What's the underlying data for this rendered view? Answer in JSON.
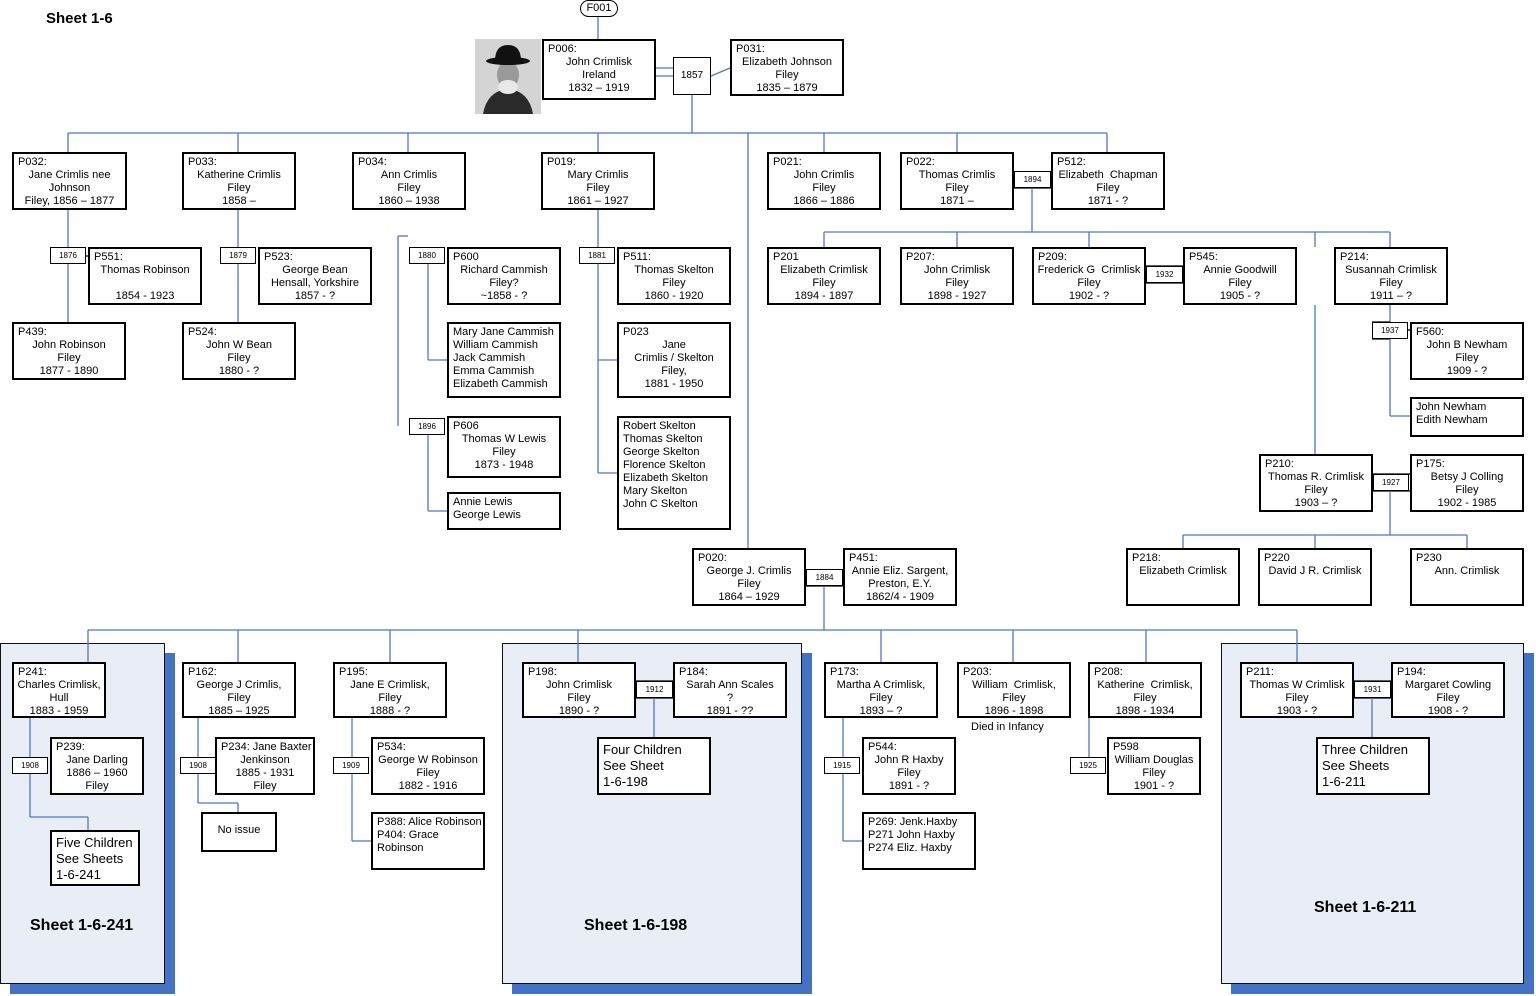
{
  "title": "Sheet 1-6",
  "root_code": "F001",
  "sheets": [
    {
      "label": "Sheet 1-6-241"
    },
    {
      "label": "Sheet 1-6-198"
    },
    {
      "label": "Sheet 1-6-211"
    }
  ],
  "marriage_years": {
    "m1857": "1857",
    "m1894": "1894",
    "m1876": "1876",
    "m1879": "1879",
    "m1880": "1880",
    "m1896": "1896",
    "m1881": "1881",
    "m1932": "1932",
    "m1937": "1937",
    "m1927": "1927",
    "m1884": "1884",
    "m1908a": "1908",
    "m1908b": "1908",
    "m1909": "1909",
    "m1912": "1912",
    "m1915": "1915",
    "m1925": "1925",
    "m1931": "1931"
  },
  "notes": {
    "died_infancy": "Died in Infancy"
  },
  "people": {
    "p006": {
      "code": "P006:",
      "lines": [
        "John Crimlisk",
        "Ireland",
        "1832 – 1919"
      ]
    },
    "p031": {
      "code": "P031:",
      "lines": [
        "Elizabeth Johnson",
        "Filey",
        "1835 – 1879"
      ]
    },
    "p032": {
      "code": "P032:",
      "lines": [
        "Jane Crimlis nee",
        "Johnson",
        "Filey, 1856 – 1877"
      ]
    },
    "p033": {
      "code": "P033:",
      "lines": [
        "Katherine Crimlis",
        "Filey",
        "1858 –"
      ]
    },
    "p034": {
      "code": "P034:",
      "lines": [
        "Ann Crimlis",
        "Filey",
        "1860 – 1938"
      ]
    },
    "p019": {
      "code": "P019:",
      "lines": [
        "Mary Crimlis",
        "Filey",
        "1861 – 1927"
      ]
    },
    "p021": {
      "code": "P021:",
      "lines": [
        "John Crimlis",
        "Filey",
        "1866 – 1886"
      ]
    },
    "p022": {
      "code": "P022:",
      "lines": [
        "Thomas Crimlis",
        "Filey",
        "1871 –"
      ]
    },
    "p512": {
      "code": "P512:",
      "lines": [
        "Elizabeth  Chapman",
        "Filey",
        "1871 - ?"
      ]
    },
    "p551": {
      "code": "P551:",
      "lines": [
        "Thomas Robinson",
        "",
        "1854 - 1923"
      ]
    },
    "p523": {
      "code": "P523:",
      "lines": [
        "George Bean",
        "Hensall, Yorkshire",
        "1857 - ?"
      ]
    },
    "p600": {
      "code": "P600",
      "lines": [
        "Richard Cammish",
        "Filey?",
        "~1858 - ?"
      ]
    },
    "p511": {
      "code": "P511:",
      "lines": [
        "Thomas Skelton",
        "Filey",
        "1860 - 1920"
      ]
    },
    "p439": {
      "code": "P439:",
      "lines": [
        "John Robinson",
        "Filey",
        "1877 - 1890"
      ]
    },
    "p524": {
      "code": "P524:",
      "lines": [
        "John W Bean",
        "Filey",
        "1880 - ?"
      ]
    },
    "cammish_kids": {
      "lines": [
        "Mary Jane Cammish",
        "William Cammish",
        "Jack Cammish",
        "Emma Cammish",
        "Elizabeth Cammish"
      ]
    },
    "p023": {
      "code": "P023",
      "lines": [
        "Jane",
        "Crimlis / Skelton",
        "Filey,",
        "1881 - 1950"
      ]
    },
    "p606": {
      "code": "P606",
      "lines": [
        "Thomas W Lewis",
        "Filey",
        "1873 - 1948"
      ]
    },
    "lewis_kids": {
      "lines": [
        "Annie Lewis",
        "George Lewis"
      ]
    },
    "skelton_kids": {
      "lines": [
        "Robert Skelton",
        "Thomas Skelton",
        "George Skelton",
        "Florence Skelton",
        "Elizabeth Skelton",
        "Mary Skelton",
        "John C Skelton"
      ]
    },
    "p201": {
      "code": "P201",
      "lines": [
        "Elizabeth Crimlisk",
        "Filey",
        "1894 - 1897"
      ]
    },
    "p207": {
      "code": "P207:",
      "lines": [
        "John Crimlisk",
        "Filey",
        "1898 - 1927"
      ]
    },
    "p209": {
      "code": "P209:",
      "lines": [
        "Frederick G  Crimlisk",
        "Filey",
        "1902 - ?"
      ]
    },
    "p545": {
      "code": "P545:",
      "lines": [
        "Annie Goodwill",
        "Filey",
        "1905 - ?"
      ]
    },
    "p214": {
      "code": "P214:",
      "lines": [
        "Susannah Crimlisk",
        "Filey",
        "1911 – ?"
      ]
    },
    "f560": {
      "code": "F560:",
      "lines": [
        "John B Newham",
        "Filey",
        "1909 - ?"
      ]
    },
    "newham_kids": {
      "lines": [
        "John Newham",
        "Edith Newham"
      ]
    },
    "p210": {
      "code": "P210:",
      "lines": [
        "Thomas R. Crimlisk",
        "Filey",
        "1903 – ?"
      ]
    },
    "p175": {
      "code": "P175:",
      "lines": [
        "Betsy J Colling",
        "Filey",
        "1902 - 1985"
      ]
    },
    "p218": {
      "code": "P218:",
      "lines": [
        "Elizabeth Crimlisk"
      ]
    },
    "p220": {
      "code": "P220",
      "lines": [
        "David J R. Crimlisk"
      ]
    },
    "p230": {
      "code": "P230",
      "lines": [
        "Ann. Crimlisk"
      ]
    },
    "p020": {
      "code": "P020:",
      "lines": [
        "George J. Crimlis",
        "Filey",
        "1864 – 1929"
      ]
    },
    "p451": {
      "code": "P451:",
      "lines": [
        "Annie Eliz. Sargent,",
        "Preston, E.Y.",
        "1862/4 - 1909"
      ]
    },
    "p241": {
      "code": "P241:",
      "lines": [
        "Charles Crimlisk,",
        "Hull",
        "1883 - 1959"
      ]
    },
    "p239": {
      "code": "P239:",
      "lines": [
        "Jane Darling",
        "1886 – 1960",
        "Filey"
      ]
    },
    "five_children": {
      "lines": [
        "Five Children",
        "See Sheets",
        "1-6-241"
      ]
    },
    "p162": {
      "code": "P162:",
      "lines": [
        "George J Crimlis,",
        "Filey",
        "1885 – 1925"
      ]
    },
    "p234": {
      "code": "P234: Jane Baxter",
      "lines": [
        "Jenkinson",
        "1885 - 1931",
        "Filey"
      ]
    },
    "no_issue": {
      "lines": [
        "No issue"
      ]
    },
    "p195": {
      "code": "P195:",
      "lines": [
        "Jane E Crimlisk,",
        "Filey",
        "1888 - ?"
      ]
    },
    "p534": {
      "code": "P534:",
      "lines": [
        "George W Robinson",
        "Filey",
        "1882 - 1916"
      ]
    },
    "p388": {
      "lines": [
        "P388: Alice Robinson",
        "P404: Grace",
        "Robinson"
      ]
    },
    "p198": {
      "code": "P198:",
      "lines": [
        "John Crimlisk",
        "Filey",
        "1890 - ?"
      ]
    },
    "p184": {
      "code": "P184:",
      "lines": [
        "Sarah Ann Scales",
        "?",
        "1891 - ??"
      ]
    },
    "four_children": {
      "lines": [
        "Four Children",
        "See Sheet",
        "1-6-198"
      ]
    },
    "p173": {
      "code": "P173:",
      "lines": [
        "Martha A Crimlisk,",
        "Filey",
        "1893 – ?"
      ]
    },
    "p544": {
      "code": "P544:",
      "lines": [
        "John R Haxby",
        "Filey",
        "1891 - ?"
      ]
    },
    "p269": {
      "lines": [
        "P269: Jenk.Haxby",
        "P271 John Haxby",
        "P274 Eliz. Haxby"
      ]
    },
    "p203": {
      "code": "P203:",
      "lines": [
        "William  Crimlisk,",
        "Filey",
        "1896 - 1898"
      ]
    },
    "p208": {
      "code": "P208:",
      "lines": [
        "Katherine  Crimlisk,",
        "Filey",
        "1898 - 1934"
      ]
    },
    "p598": {
      "code": "P598",
      "lines": [
        "William Douglas",
        "Filey",
        "1901 - ?"
      ]
    },
    "p211": {
      "code": "P211:",
      "lines": [
        "Thomas W Crimlisk",
        "Filey",
        "1903 - ?"
      ]
    },
    "p194": {
      "code": "P194:",
      "lines": [
        "Margaret Cowling",
        "Filey",
        "1908 - ?"
      ]
    },
    "three_children": {
      "lines": [
        "Three Children",
        "See Sheets",
        "1-6-211"
      ]
    }
  }
}
